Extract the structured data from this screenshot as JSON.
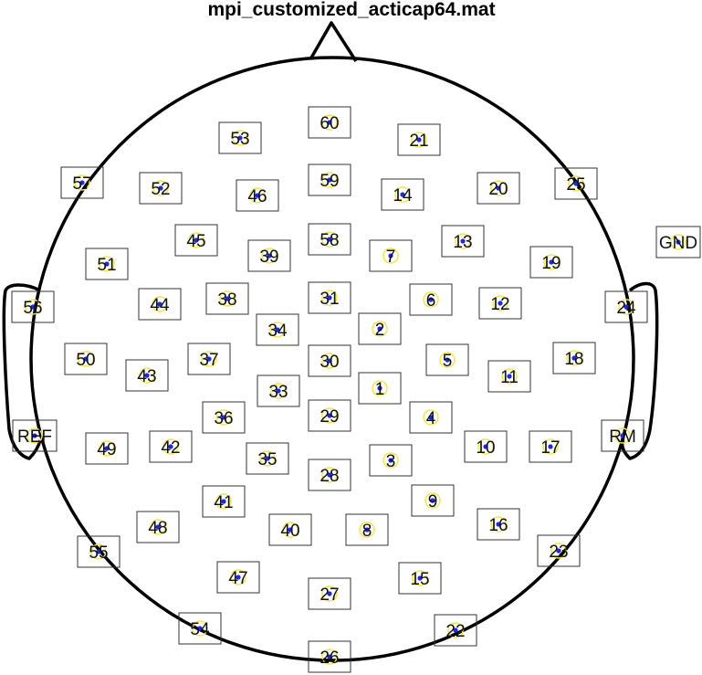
{
  "title": "mpi_customized_acticap64.mat",
  "colors": {
    "outline": "#000000",
    "box": "#333333",
    "marker_ring": "#f2e64a",
    "marker_dot": "#1f2bd6"
  },
  "electrodes": [
    {
      "label": "60"
    },
    {
      "label": "53"
    },
    {
      "label": "21"
    },
    {
      "label": "59"
    },
    {
      "label": "57"
    },
    {
      "label": "52"
    },
    {
      "label": "46"
    },
    {
      "label": "14"
    },
    {
      "label": "20"
    },
    {
      "label": "25"
    },
    {
      "label": "58"
    },
    {
      "label": "GND"
    },
    {
      "label": "45"
    },
    {
      "label": "39"
    },
    {
      "label": "7"
    },
    {
      "label": "13"
    },
    {
      "label": "51"
    },
    {
      "label": "19"
    },
    {
      "label": "31"
    },
    {
      "label": "56"
    },
    {
      "label": "44"
    },
    {
      "label": "38"
    },
    {
      "label": "6"
    },
    {
      "label": "12"
    },
    {
      "label": "24"
    },
    {
      "label": "34"
    },
    {
      "label": "2"
    },
    {
      "label": "30"
    },
    {
      "label": "50"
    },
    {
      "label": "37"
    },
    {
      "label": "5"
    },
    {
      "label": "18"
    },
    {
      "label": "43"
    },
    {
      "label": "11"
    },
    {
      "label": "33"
    },
    {
      "label": "1"
    },
    {
      "label": "36"
    },
    {
      "label": "29"
    },
    {
      "label": "4"
    },
    {
      "label": "REF"
    },
    {
      "label": "49"
    },
    {
      "label": "42"
    },
    {
      "label": "10"
    },
    {
      "label": "17"
    },
    {
      "label": "RM"
    },
    {
      "label": "35"
    },
    {
      "label": "3"
    },
    {
      "label": "28"
    },
    {
      "label": "9"
    },
    {
      "label": "41"
    },
    {
      "label": "48"
    },
    {
      "label": "40"
    },
    {
      "label": "8"
    },
    {
      "label": "16"
    },
    {
      "label": "55"
    },
    {
      "label": "23"
    },
    {
      "label": "47"
    },
    {
      "label": "15"
    },
    {
      "label": "27"
    },
    {
      "label": "54"
    },
    {
      "label": "22"
    },
    {
      "label": "26"
    }
  ]
}
